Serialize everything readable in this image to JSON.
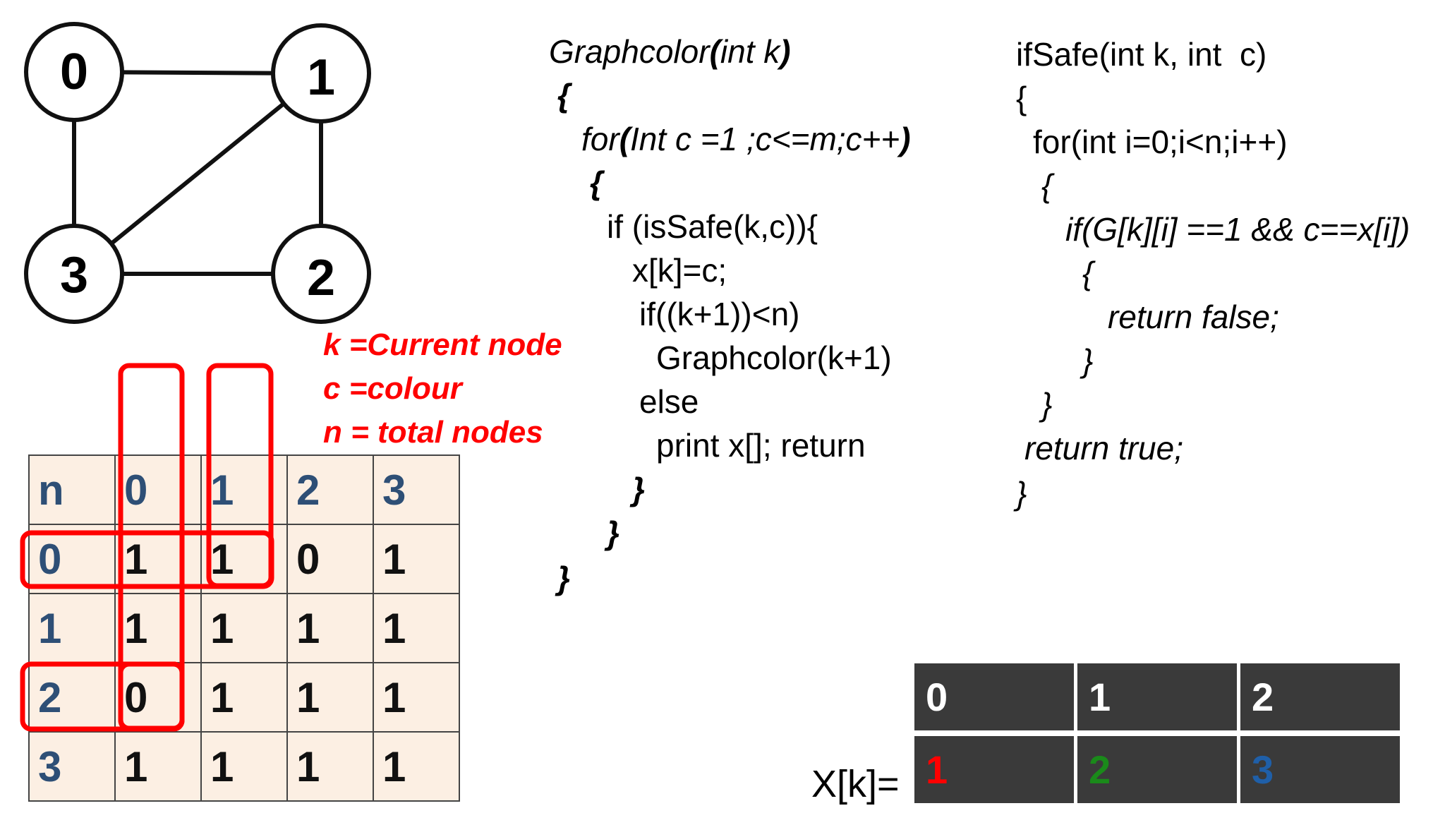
{
  "graph": {
    "nodes": [
      {
        "label": "0"
      },
      {
        "label": "1"
      },
      {
        "label": "2"
      },
      {
        "label": "3"
      }
    ],
    "edges": [
      [
        0,
        1
      ],
      [
        0,
        3
      ],
      [
        1,
        3
      ],
      [
        1,
        2
      ],
      [
        3,
        2
      ]
    ]
  },
  "legend": {
    "k": "k =Current node",
    "c": "c =colour",
    "n": "n = total nodes"
  },
  "matrix": {
    "corner": "n",
    "col_headers": [
      "0",
      "1",
      "2",
      "3"
    ],
    "rows": [
      {
        "header": "0",
        "cells": [
          "1",
          "1",
          "0",
          "1"
        ]
      },
      {
        "header": "1",
        "cells": [
          "1",
          "1",
          "1",
          "1"
        ]
      },
      {
        "header": "2",
        "cells": [
          "0",
          "1",
          "1",
          "1"
        ]
      },
      {
        "header": "3",
        "cells": [
          "1",
          "1",
          "1",
          "1"
        ]
      }
    ],
    "highlight_color": "#ff0000"
  },
  "code_graphcolor": {
    "l1a": "Graphcolor",
    "l1b": "(",
    "l1c": "int k",
    "l1d": ")",
    "l2": "{",
    "l3a": "for",
    "l3b": "(",
    "l3c": "Int c =1 ;c<=m;c++",
    "l3d": ")",
    "l4": "{",
    "l5": "if (isSafe(k,c)){",
    "l6": "x[k]=c;",
    "l7": "if((k+1))<n)",
    "l8": "Graphcolor(k+1)",
    "l9": "else",
    "l10": "print x[]; return",
    "l11": "}",
    "l12": "}",
    "l13": "}"
  },
  "code_ifsafe": {
    "l1": "ifSafe(int k, int  c)",
    "l2": "{",
    "l3": "for(int i=0;i<n;i++)",
    "l4": "{",
    "l5": "if(G[k][i] ==1 && c==x[i])",
    "l6": "{",
    "l7": "return false;",
    "l8": "}",
    "l9": "}",
    "l10": "return true;",
    "l11": "}"
  },
  "xk": {
    "label": "X[k]=",
    "indices": [
      "0",
      "1",
      "2"
    ],
    "values": [
      {
        "text": "1",
        "color": "#ff0000"
      },
      {
        "text": "2",
        "color": "#1a8a1a"
      },
      {
        "text": "3",
        "color": "#1f5fa8"
      }
    ]
  }
}
